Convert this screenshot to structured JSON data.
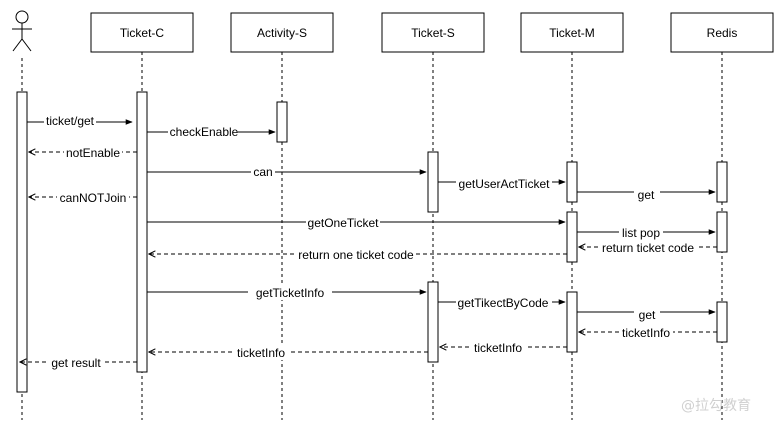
{
  "participants": [
    {
      "id": "actor",
      "label": "",
      "kind": "actor"
    },
    {
      "id": "ticket_c",
      "label": "Ticket-C"
    },
    {
      "id": "activity_s",
      "label": "Activity-S"
    },
    {
      "id": "ticket_s",
      "label": "Ticket-S"
    },
    {
      "id": "ticket_m",
      "label": "Ticket-M"
    },
    {
      "id": "redis",
      "label": "Redis"
    }
  ],
  "messages": [
    {
      "label": "ticket/get"
    },
    {
      "label": "checkEnable"
    },
    {
      "label": "notEnable"
    },
    {
      "label": "can"
    },
    {
      "label": "getUserActTicket"
    },
    {
      "label": "get"
    },
    {
      "label": "canNOTJoin"
    },
    {
      "label": "getOneTicket"
    },
    {
      "label": "list pop"
    },
    {
      "label": "return ticket code"
    },
    {
      "label": "return one ticket code"
    },
    {
      "label": "getTicketInfo"
    },
    {
      "label": "getTikectByCode"
    },
    {
      "label": "get"
    },
    {
      "label": "ticketInfo"
    },
    {
      "label": "ticketInfo"
    },
    {
      "label": "ticketInfo"
    },
    {
      "label": "get result"
    }
  ],
  "watermark": "@拉勾教育"
}
